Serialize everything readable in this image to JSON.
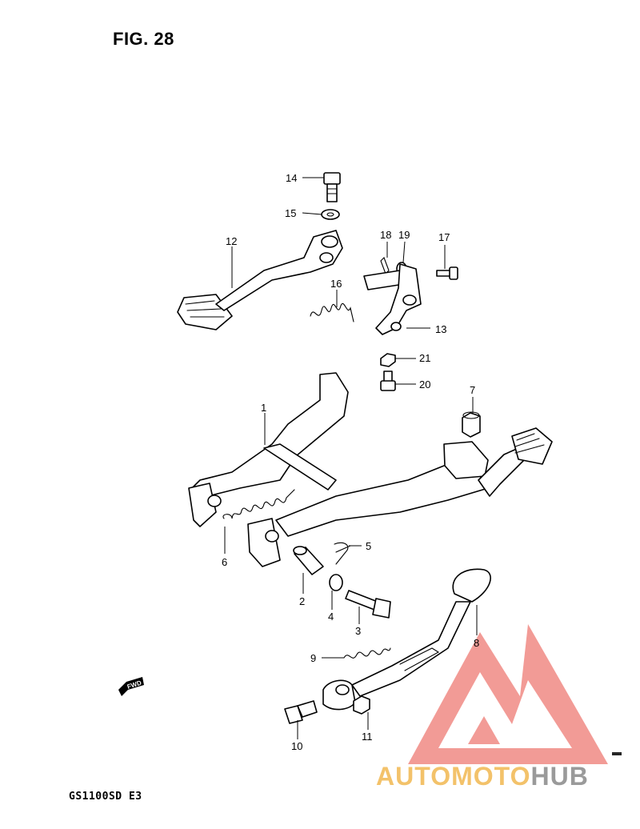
{
  "figure": {
    "title": "FIG. 28",
    "model_code": "GS1100SD E3",
    "fwd_label": "FWD"
  },
  "callouts": [
    "14",
    "15",
    "12",
    "18",
    "19",
    "17",
    "16",
    "13",
    "21",
    "20",
    "7",
    "1",
    "6",
    "5",
    "2",
    "4",
    "3",
    "8",
    "9",
    "10",
    "11"
  ],
  "watermark": {
    "part1": "AUTO",
    "part2": "MOTO",
    "part3": "HUB",
    "colors": {
      "triangle": "#f08a84",
      "text_primary": "#f3c26a",
      "text_secondary": "#9a9a9a"
    }
  }
}
